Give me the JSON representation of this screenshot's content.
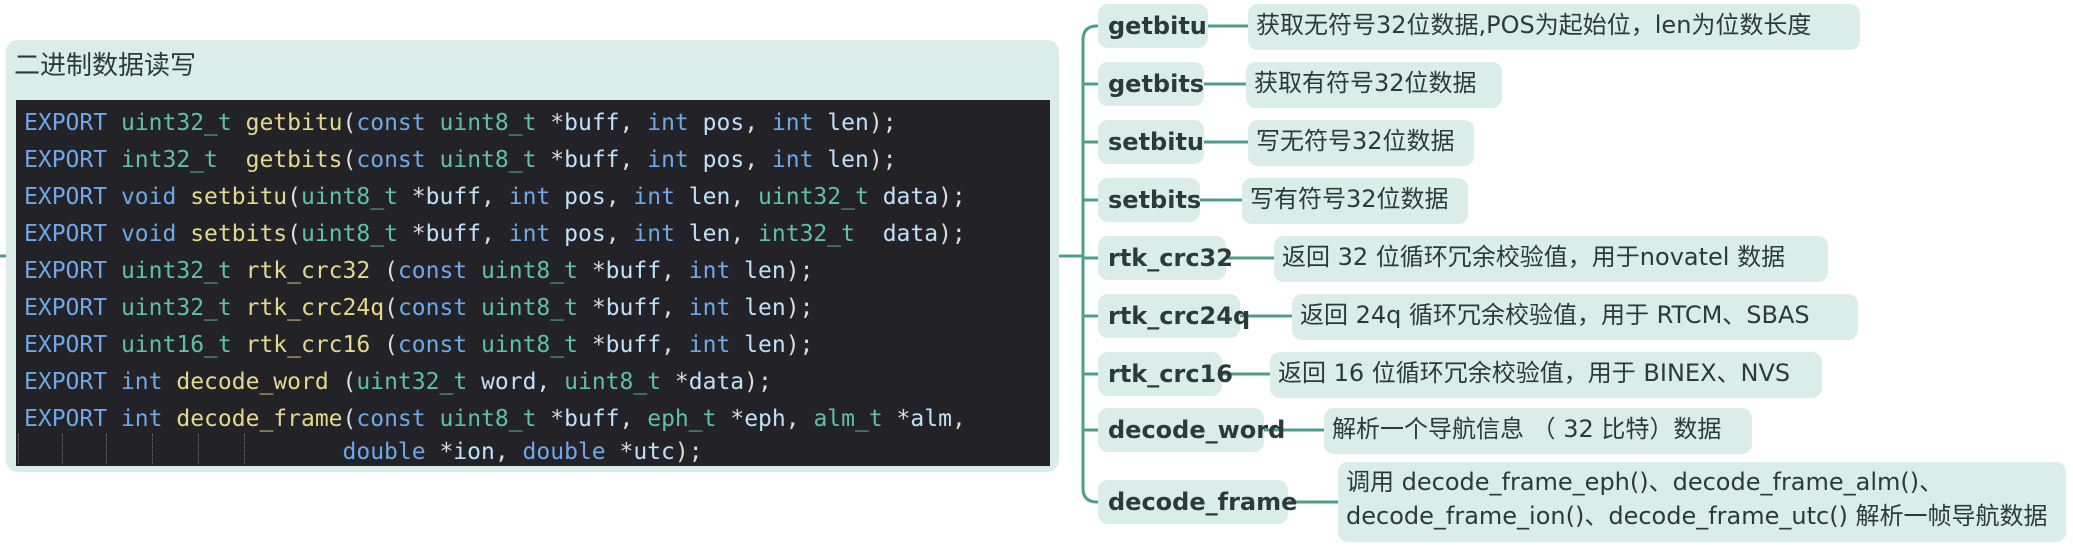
{
  "root": {
    "title": "二进制数据读写",
    "code_lines": [
      [
        [
          "k",
          "EXPORT"
        ],
        [
          "p",
          " "
        ],
        [
          "t",
          "uint32_t"
        ],
        [
          "p",
          " "
        ],
        [
          "f",
          "getbitu"
        ],
        [
          "p",
          "("
        ],
        [
          "k",
          "const"
        ],
        [
          "p",
          " "
        ],
        [
          "t",
          "uint8_t"
        ],
        [
          "p",
          " *"
        ],
        [
          "v",
          "buff"
        ],
        [
          "p",
          ", "
        ],
        [
          "k",
          "int"
        ],
        [
          "p",
          " "
        ],
        [
          "v",
          "pos"
        ],
        [
          "p",
          ", "
        ],
        [
          "k",
          "int"
        ],
        [
          "p",
          " "
        ],
        [
          "v",
          "len"
        ],
        [
          "p",
          ");"
        ]
      ],
      [
        [
          "k",
          "EXPORT"
        ],
        [
          "p",
          " "
        ],
        [
          "t",
          "int32_t"
        ],
        [
          "p",
          "  "
        ],
        [
          "f",
          "getbits"
        ],
        [
          "p",
          "("
        ],
        [
          "k",
          "const"
        ],
        [
          "p",
          " "
        ],
        [
          "t",
          "uint8_t"
        ],
        [
          "p",
          " *"
        ],
        [
          "v",
          "buff"
        ],
        [
          "p",
          ", "
        ],
        [
          "k",
          "int"
        ],
        [
          "p",
          " "
        ],
        [
          "v",
          "pos"
        ],
        [
          "p",
          ", "
        ],
        [
          "k",
          "int"
        ],
        [
          "p",
          " "
        ],
        [
          "v",
          "len"
        ],
        [
          "p",
          ");"
        ]
      ],
      [
        [
          "k",
          "EXPORT"
        ],
        [
          "p",
          " "
        ],
        [
          "k",
          "void"
        ],
        [
          "p",
          " "
        ],
        [
          "f",
          "setbitu"
        ],
        [
          "p",
          "("
        ],
        [
          "t",
          "uint8_t"
        ],
        [
          "p",
          " *"
        ],
        [
          "v",
          "buff"
        ],
        [
          "p",
          ", "
        ],
        [
          "k",
          "int"
        ],
        [
          "p",
          " "
        ],
        [
          "v",
          "pos"
        ],
        [
          "p",
          ", "
        ],
        [
          "k",
          "int"
        ],
        [
          "p",
          " "
        ],
        [
          "v",
          "len"
        ],
        [
          "p",
          ", "
        ],
        [
          "t",
          "uint32_t"
        ],
        [
          "p",
          " "
        ],
        [
          "v",
          "data"
        ],
        [
          "p",
          ");"
        ]
      ],
      [
        [
          "k",
          "EXPORT"
        ],
        [
          "p",
          " "
        ],
        [
          "k",
          "void"
        ],
        [
          "p",
          " "
        ],
        [
          "f",
          "setbits"
        ],
        [
          "p",
          "("
        ],
        [
          "t",
          "uint8_t"
        ],
        [
          "p",
          " *"
        ],
        [
          "v",
          "buff"
        ],
        [
          "p",
          ", "
        ],
        [
          "k",
          "int"
        ],
        [
          "p",
          " "
        ],
        [
          "v",
          "pos"
        ],
        [
          "p",
          ", "
        ],
        [
          "k",
          "int"
        ],
        [
          "p",
          " "
        ],
        [
          "v",
          "len"
        ],
        [
          "p",
          ", "
        ],
        [
          "t",
          "int32_t"
        ],
        [
          "p",
          "  "
        ],
        [
          "v",
          "data"
        ],
        [
          "p",
          ");"
        ]
      ],
      [
        [
          "k",
          "EXPORT"
        ],
        [
          "p",
          " "
        ],
        [
          "t",
          "uint32_t"
        ],
        [
          "p",
          " "
        ],
        [
          "f",
          "rtk_crc32"
        ],
        [
          "p",
          " ("
        ],
        [
          "k",
          "const"
        ],
        [
          "p",
          " "
        ],
        [
          "t",
          "uint8_t"
        ],
        [
          "p",
          " *"
        ],
        [
          "v",
          "buff"
        ],
        [
          "p",
          ", "
        ],
        [
          "k",
          "int"
        ],
        [
          "p",
          " "
        ],
        [
          "v",
          "len"
        ],
        [
          "p",
          ");"
        ]
      ],
      [
        [
          "k",
          "EXPORT"
        ],
        [
          "p",
          " "
        ],
        [
          "t",
          "uint32_t"
        ],
        [
          "p",
          " "
        ],
        [
          "f",
          "rtk_crc24q"
        ],
        [
          "p",
          "("
        ],
        [
          "k",
          "const"
        ],
        [
          "p",
          " "
        ],
        [
          "t",
          "uint8_t"
        ],
        [
          "p",
          " *"
        ],
        [
          "v",
          "buff"
        ],
        [
          "p",
          ", "
        ],
        [
          "k",
          "int"
        ],
        [
          "p",
          " "
        ],
        [
          "v",
          "len"
        ],
        [
          "p",
          ");"
        ]
      ],
      [
        [
          "k",
          "EXPORT"
        ],
        [
          "p",
          " "
        ],
        [
          "t",
          "uint16_t"
        ],
        [
          "p",
          " "
        ],
        [
          "f",
          "rtk_crc16"
        ],
        [
          "p",
          " ("
        ],
        [
          "k",
          "const"
        ],
        [
          "p",
          " "
        ],
        [
          "t",
          "uint8_t"
        ],
        [
          "p",
          " *"
        ],
        [
          "v",
          "buff"
        ],
        [
          "p",
          ", "
        ],
        [
          "k",
          "int"
        ],
        [
          "p",
          " "
        ],
        [
          "v",
          "len"
        ],
        [
          "p",
          ");"
        ]
      ],
      [
        [
          "k",
          "EXPORT"
        ],
        [
          "p",
          " "
        ],
        [
          "k",
          "int"
        ],
        [
          "p",
          " "
        ],
        [
          "f",
          "decode_word"
        ],
        [
          "p",
          " ("
        ],
        [
          "t",
          "uint32_t"
        ],
        [
          "p",
          " "
        ],
        [
          "v",
          "word"
        ],
        [
          "p",
          ", "
        ],
        [
          "t",
          "uint8_t"
        ],
        [
          "p",
          " *"
        ],
        [
          "v",
          "data"
        ],
        [
          "p",
          ");"
        ]
      ],
      [
        [
          "k",
          "EXPORT"
        ],
        [
          "p",
          " "
        ],
        [
          "k",
          "int"
        ],
        [
          "p",
          " "
        ],
        [
          "f",
          "decode_frame"
        ],
        [
          "p",
          "("
        ],
        [
          "k",
          "const"
        ],
        [
          "p",
          " "
        ],
        [
          "t",
          "uint8_t"
        ],
        [
          "p",
          " *"
        ],
        [
          "v",
          "buff"
        ],
        [
          "p",
          ", "
        ],
        [
          "t",
          "eph_t"
        ],
        [
          "p",
          " *"
        ],
        [
          "v",
          "eph"
        ],
        [
          "p",
          ", "
        ],
        [
          "t",
          "alm_t"
        ],
        [
          "p",
          " *"
        ],
        [
          "v",
          "alm"
        ],
        [
          "p",
          ","
        ]
      ],
      [
        [
          "p",
          "                       "
        ],
        [
          "k",
          "double"
        ],
        [
          "p",
          " *"
        ],
        [
          "v",
          "ion"
        ],
        [
          "p",
          ", "
        ],
        [
          "k",
          "double"
        ],
        [
          "p",
          " *"
        ],
        [
          "v",
          "utc"
        ],
        [
          "p",
          ");"
        ]
      ]
    ]
  },
  "children": [
    {
      "name": "getbitu",
      "desc": [
        "获取无符号32位数据,POS为起始位，len为位数长度"
      ]
    },
    {
      "name": "getbits",
      "desc": [
        "获取有符号32位数据"
      ]
    },
    {
      "name": "setbitu",
      "desc": [
        "写无符号32位数据"
      ]
    },
    {
      "name": "setbits",
      "desc": [
        "写有符号32位数据"
      ]
    },
    {
      "name": "rtk_crc32",
      "desc": [
        "返回 32 位循环冗余校验值，用于novatel 数据"
      ]
    },
    {
      "name": "rtk_crc24q",
      "desc": [
        "返回 24q 循环冗余校验值，用于 RTCM、SBAS"
      ]
    },
    {
      "name": "rtk_crc16",
      "desc": [
        "返回 16 位循环冗余校验值，用于 BINEX、NVS"
      ]
    },
    {
      "name": "decode_word",
      "desc": [
        "解析一个导航信息 （ 32 比特）数据"
      ]
    },
    {
      "name": "decode_frame",
      "desc": [
        "调用 decode_frame_eph()、decode_frame_alm()、",
        "decode_frame_ion()、decode_frame_utc() 解析一帧导航数据"
      ]
    }
  ],
  "colors": {
    "connector": "#4f9e8c",
    "node_bg": "#dbede9",
    "code_bg": "#232327"
  }
}
